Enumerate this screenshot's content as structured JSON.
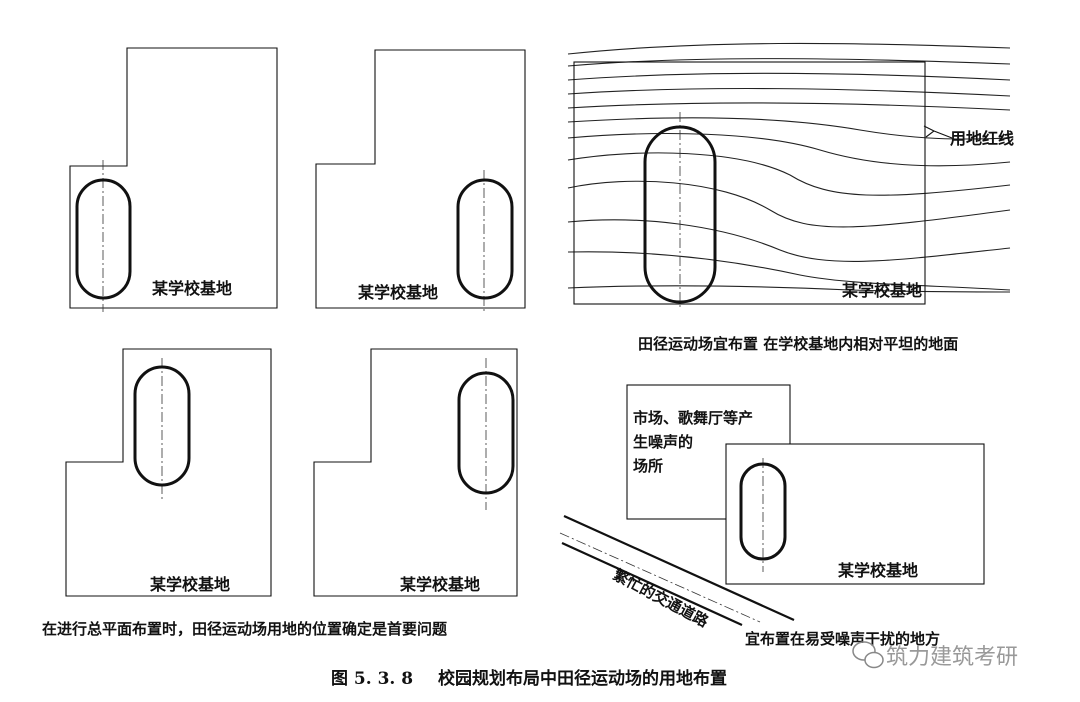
{
  "panels": {
    "p1": {
      "site_label": "某学校基地"
    },
    "p2": {
      "site_label": "某学校基地"
    },
    "p3": {
      "site_label": "某学校基地",
      "boundary_label": "用地红线",
      "caption": "田径运动场宜布置 在学校基地内相对平坦的地面"
    },
    "p4": {
      "site_label": "某学校基地"
    },
    "p5": {
      "site_label": "某学校基地"
    },
    "p6": {
      "site_label": "某学校基地",
      "noise_line1": "市场、歌舞厅等产",
      "noise_line2": "生噪声的",
      "noise_line3": "场所",
      "road_label": "繁忙的交通道路",
      "caption": "宜布置在易受噪声干扰的地方"
    }
  },
  "left_caption": "在进行总平面布置时，田径运动场用地的位置确定是首要问题",
  "figure_number": "图 5. 3. 8",
  "figure_title": "校园规划布局中田径运动场的用地布置",
  "watermark": "筑力建筑考研"
}
